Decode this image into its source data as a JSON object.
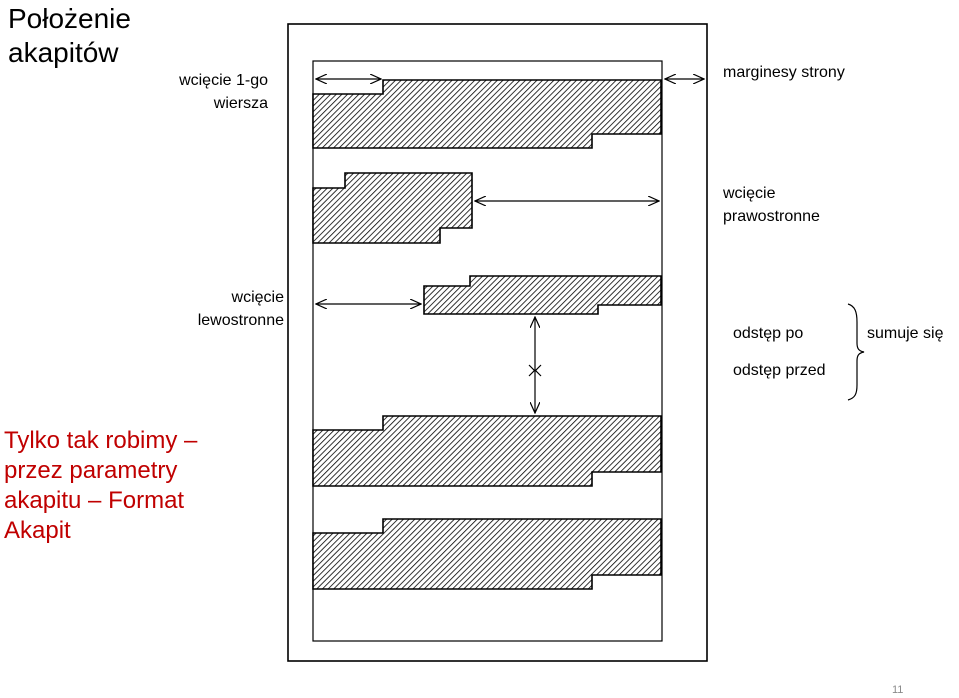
{
  "slide": {
    "title": "Położenie akapitów",
    "page_number": "11"
  },
  "labels": {
    "first_line_indent_1": "wcięcie 1-go",
    "first_line_indent_2": "wiersza",
    "page_margins": "marginesy strony",
    "right_indent_1": "wcięcie",
    "right_indent_2": "prawostronne",
    "left_indent_1": "wcięcie",
    "left_indent_2": "lewostronne",
    "space_after": "odstęp po",
    "space_before": "odstęp przed",
    "sums_up": "sumuje się"
  },
  "note": {
    "text": "Tylko tak robimy – przez parametry akapitu – Format Akapit"
  },
  "colors": {
    "note_text": "#c00000",
    "hatch_fill": "#000000",
    "page_number": "#8a8a8a"
  }
}
